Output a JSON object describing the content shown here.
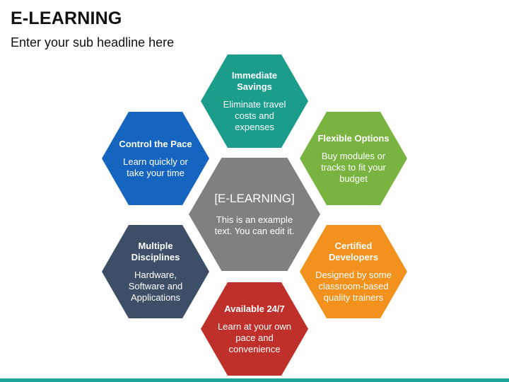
{
  "header": {
    "title": "E-LEARNING",
    "subtitle": "Enter your sub headline here"
  },
  "center": {
    "title": "[E-LEARNING]",
    "body": "This is an example text. You can edit it.",
    "color": "#808080"
  },
  "items": [
    {
      "title": "Immediate Savings",
      "body": "Eliminate travel costs and expenses",
      "color": "#1a9e8b"
    },
    {
      "title": "Flexible Options",
      "body": "Buy modules or tracks to fit your budget",
      "color": "#7ab440"
    },
    {
      "title": "Certified Developers",
      "body": "Designed by some classroom-based quality trainers",
      "color": "#f2921c"
    },
    {
      "title": "Available 24/7",
      "body": "Learn at your own pace and convenience",
      "color": "#c0302b"
    },
    {
      "title": "Multiple Disciplines",
      "body": "Hardware, Software and Applications",
      "color": "#3d4f66"
    },
    {
      "title": "Control the Pace",
      "body": "Learn quickly or take your time",
      "color": "#1565c0"
    }
  ]
}
